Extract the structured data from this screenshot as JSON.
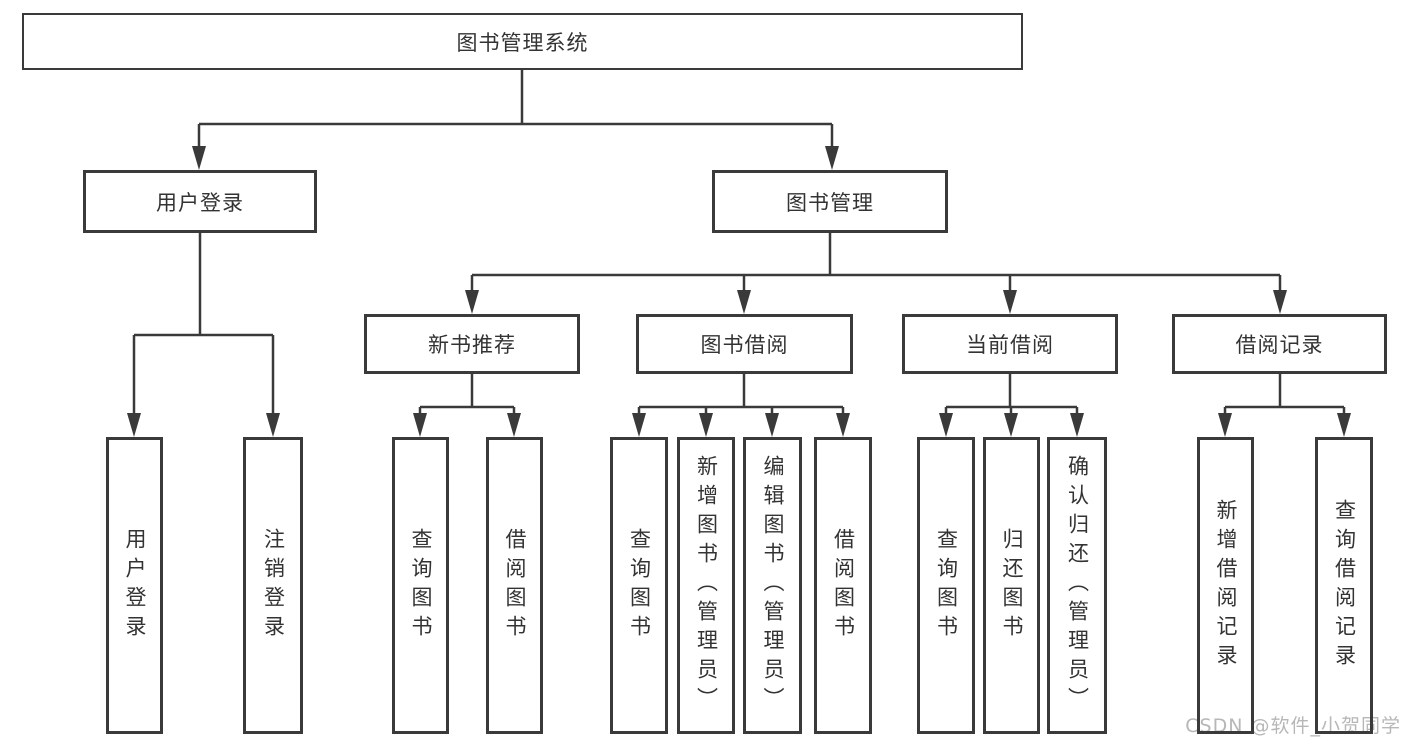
{
  "tree": {
    "root": {
      "label": "图书管理系统"
    },
    "level2": [
      {
        "label": "用户登录"
      },
      {
        "label": "图书管理"
      }
    ],
    "level3": [
      {
        "label": "新书推荐"
      },
      {
        "label": "图书借阅"
      },
      {
        "label": "当前借阅"
      },
      {
        "label": "借阅记录"
      }
    ],
    "leaves": {
      "user_login": [
        "用户登录",
        "注销登录"
      ],
      "new_book_recommend": [
        "查询图书",
        "借阅图书"
      ],
      "book_borrow": [
        "查询图书",
        "新增图书（管理员）",
        "编辑图书（管理员）",
        "借阅图书"
      ],
      "current_borrow": [
        "查询图书",
        "归还图书",
        "确认归还（管理员）"
      ],
      "borrow_records": [
        "新增借阅记录",
        "查询借阅记录"
      ]
    }
  },
  "watermark": {
    "text": "CSDN @软件_小贺同学"
  },
  "colors": {
    "background": "#ffffff",
    "line": "#3a3a3a",
    "text": "#333333",
    "watermark": "#b7b7b7"
  }
}
